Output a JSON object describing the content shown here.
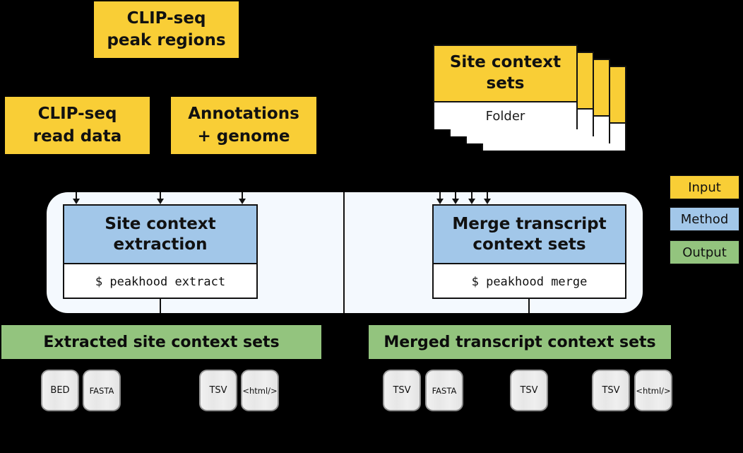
{
  "diagram": {
    "background_color": "#000000",
    "container_color": "#F4F9FE"
  },
  "inputs": {
    "peak_regions": {
      "line1": "CLIP-seq",
      "line2": "peak regions"
    },
    "read_data": {
      "line1": "CLIP-seq",
      "line2": "read data"
    },
    "annotations": {
      "line1": "Annotations",
      "line2": "+ genome"
    },
    "site_context_sets": {
      "line1": "Site context",
      "line2": "sets",
      "folder_label": "Folder"
    }
  },
  "methods": {
    "extract": {
      "line1": "Site context",
      "line2": "extraction",
      "command": "$ peakhood extract"
    },
    "merge": {
      "line1": "Merge transcript",
      "line2": "context sets",
      "command": "$ peakhood merge"
    }
  },
  "outputs": {
    "extracted": {
      "label": "Extracted site context sets",
      "files": [
        "BED",
        "FASTA",
        "TSV",
        "<html/>"
      ]
    },
    "merged": {
      "label": "Merged transcript context sets",
      "files": [
        "TSV",
        "FASTA",
        "TSV",
        "TSV",
        "<html/>"
      ]
    }
  },
  "legend": {
    "items": [
      {
        "label": "Input",
        "color": "#F9CE36"
      },
      {
        "label": "Method",
        "color": "#A2C7E9"
      },
      {
        "label": "Output",
        "color": "#93C47E"
      }
    ]
  }
}
